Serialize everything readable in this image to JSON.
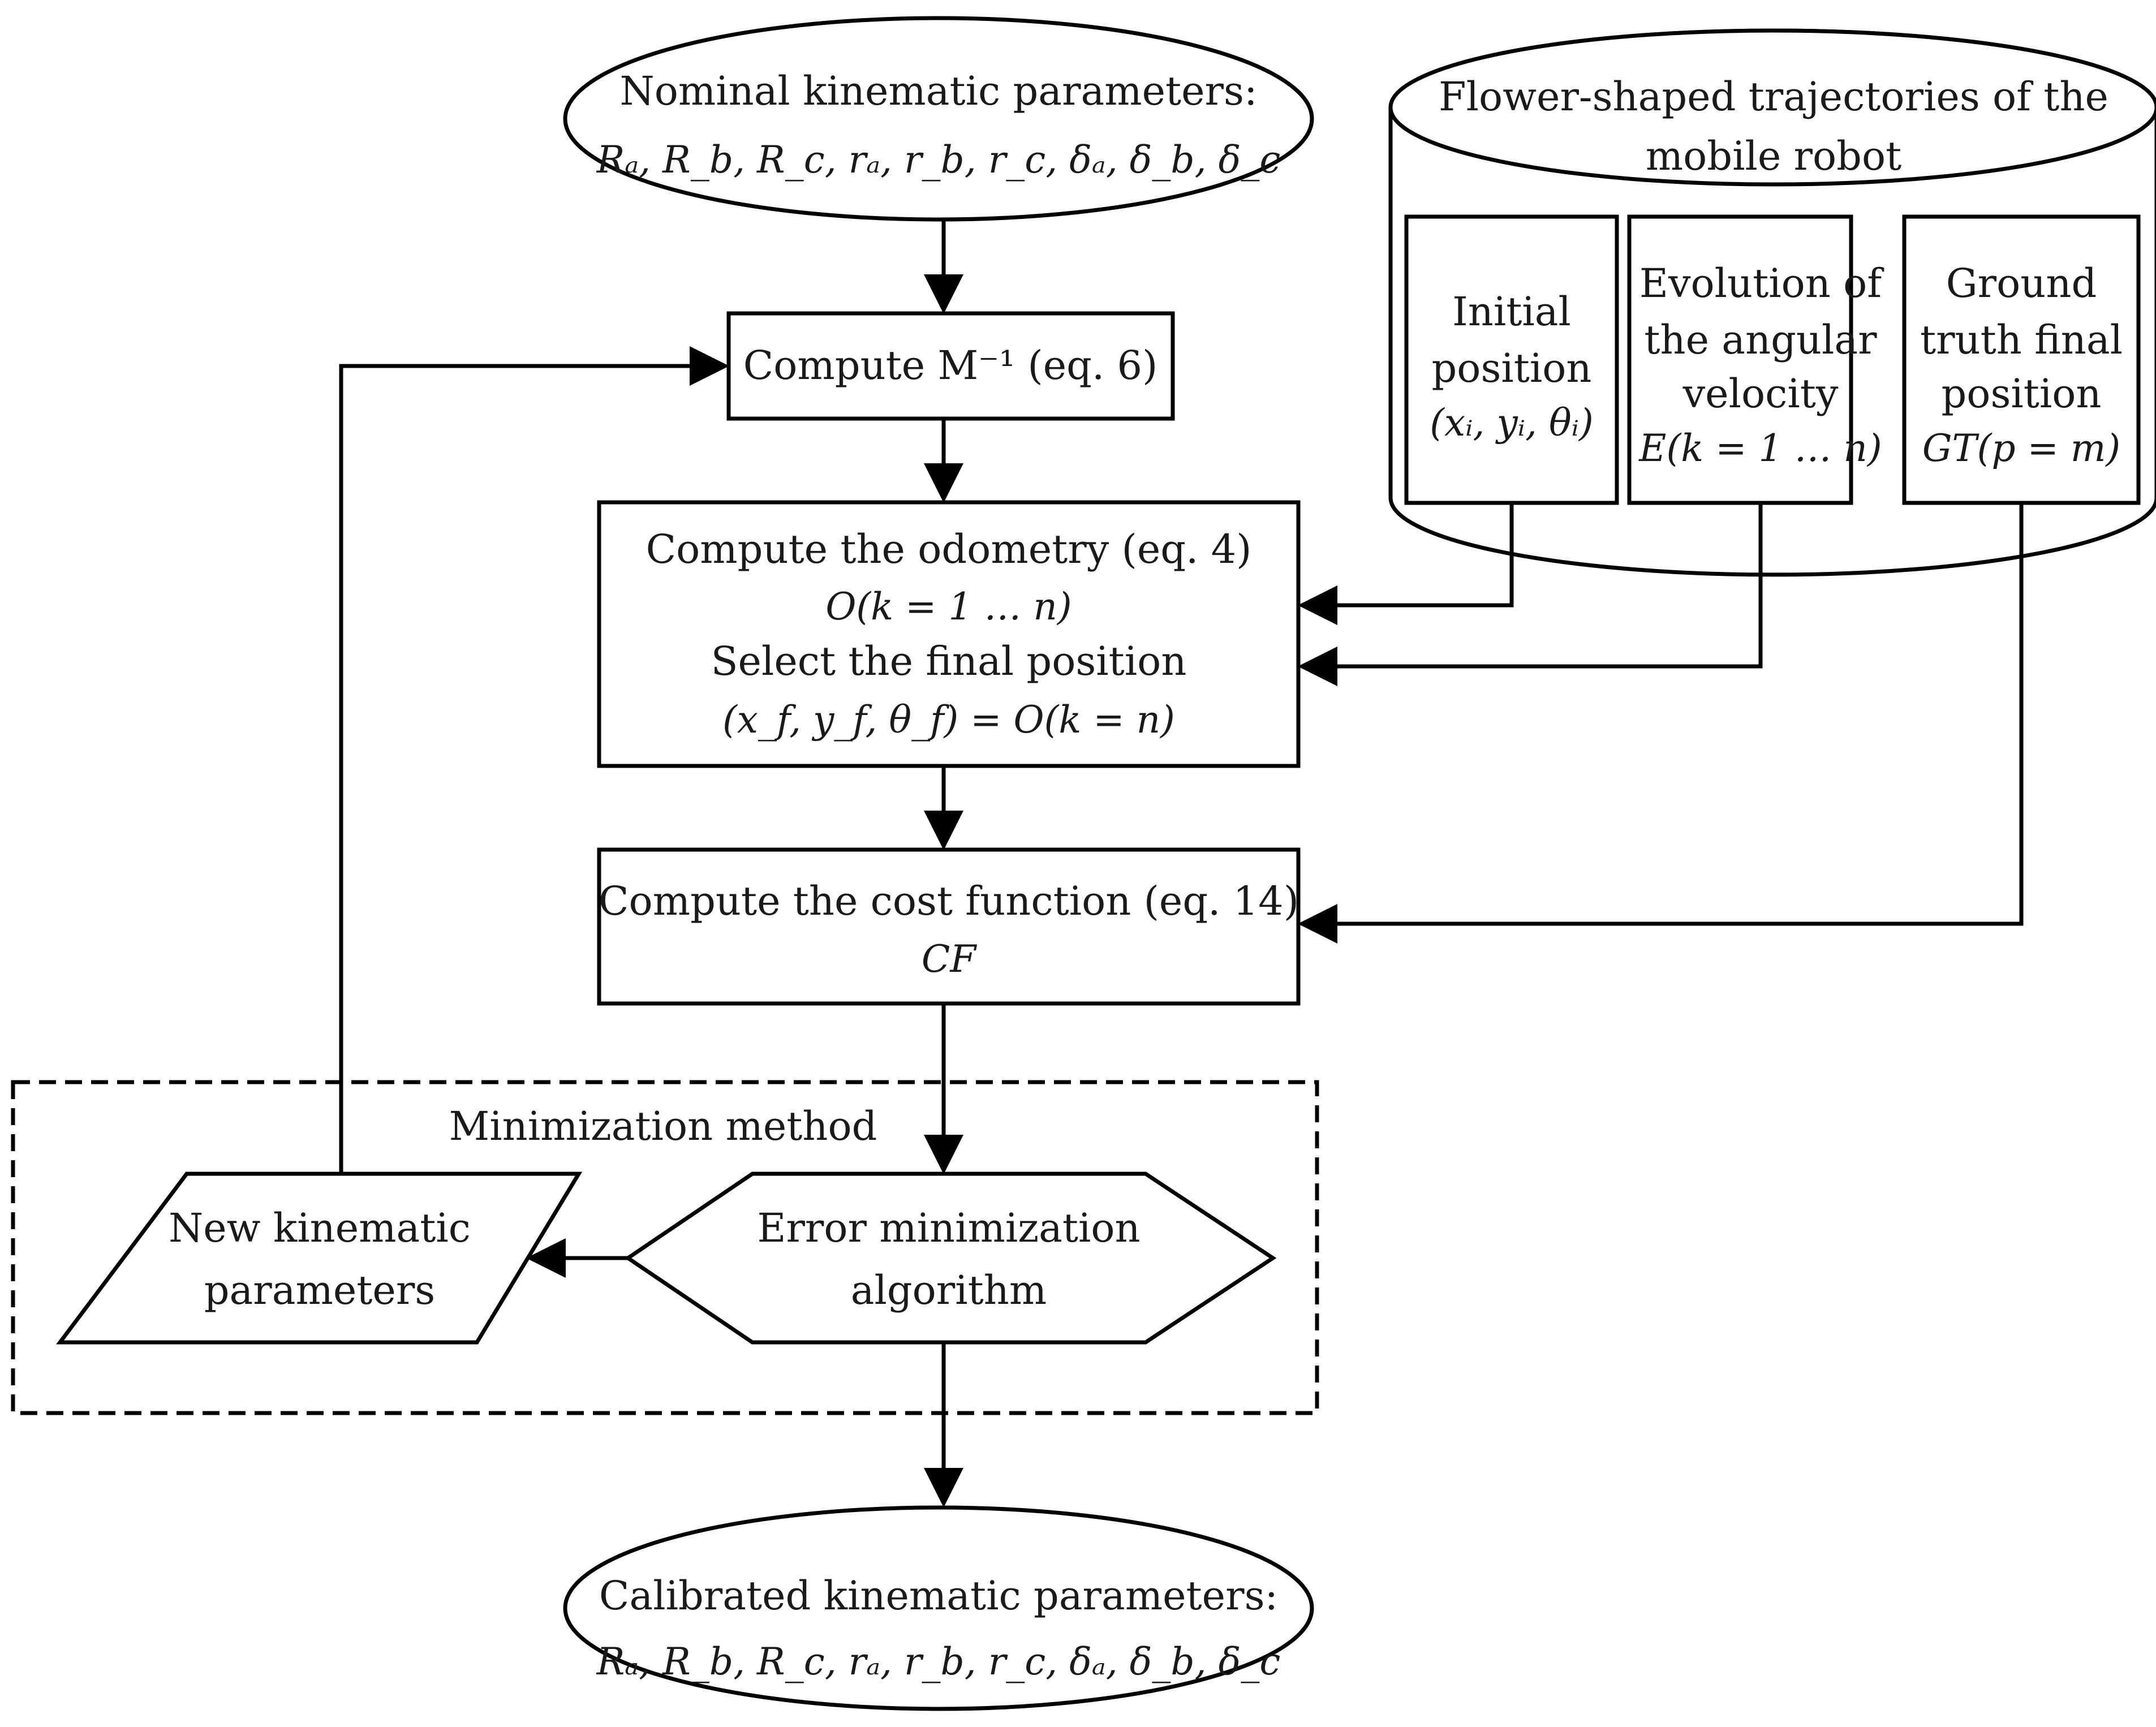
{
  "nominal": {
    "title": "Nominal kinematic parameters:",
    "params": "Rₐ, R_b, R_c, rₐ, r_b, r_c, δₐ, δ_b, δ_c"
  },
  "compute_m": {
    "label": "Compute M⁻¹ (eq. 6)"
  },
  "database": {
    "title_line1": "Flower-shaped trajectories of the",
    "title_line2": "mobile robot",
    "initial": {
      "l1": "Initial",
      "l2": "position",
      "l3": "(xᵢ, yᵢ, θᵢ)"
    },
    "evolution": {
      "l1": "Evolution of",
      "l2": "the angular",
      "l3": "velocity",
      "l4": "E(k = 1 … n)"
    },
    "ground": {
      "l1": "Ground",
      "l2": "truth final",
      "l3": "position",
      "l4": "GT(p = m)"
    }
  },
  "odometry": {
    "l1": "Compute the odometry (eq. 4)",
    "l2": "O(k = 1 … n)",
    "l3": "Select the final position",
    "l4": "(x_f, y_f, θ_f) = O(k = n)"
  },
  "cost": {
    "l1": "Compute the cost function (eq. 14)",
    "l2": "CF"
  },
  "minimization": {
    "label": "Minimization method",
    "new_params": {
      "l1": "New kinematic",
      "l2": "parameters"
    },
    "algorithm": {
      "l1": "Error minimization",
      "l2": "algorithm"
    }
  },
  "calibrated": {
    "title": "Calibrated kinematic parameters:",
    "params": "Rₐ, R_b, R_c, rₐ, r_b, r_c, δₐ, δ_b, δ_c"
  }
}
